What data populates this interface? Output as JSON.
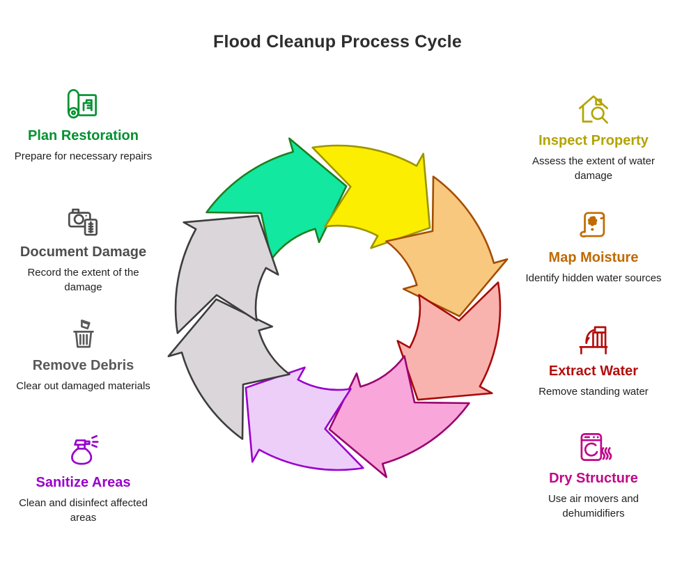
{
  "title": "Flood Cleanup Process Cycle",
  "left_steps": [
    {
      "id": "plan-restoration",
      "title": "Plan Restoration",
      "description": "Prepare for necessary repairs",
      "color": "#019130",
      "icon": "blueprint-icon"
    },
    {
      "id": "document-damage",
      "title": "Document Damage",
      "description": "Record the extent of the damage",
      "color": "#4d4d4d",
      "icon": "camera-icon"
    },
    {
      "id": "remove-debris",
      "title": "Remove Debris",
      "description": "Clear out damaged materials",
      "color": "#595959",
      "icon": "trash-icon"
    },
    {
      "id": "sanitize-areas",
      "title": "Sanitize Areas",
      "description": "Clean and disinfect affected areas",
      "color": "#9901cb",
      "icon": "spray-bottle-icon"
    }
  ],
  "right_steps": [
    {
      "id": "inspect-property",
      "title": "Inspect Property",
      "description": "Assess the extent of water damage",
      "color": "#b3a400",
      "icon": "house-magnifier-icon"
    },
    {
      "id": "map-moisture",
      "title": "Map Moisture",
      "description": "Identify hidden water sources",
      "color": "#c06a00",
      "icon": "map-icon"
    },
    {
      "id": "extract-water",
      "title": "Extract Water",
      "description": "Remove standing water",
      "color": "#b40e0e",
      "icon": "water-extractor-icon"
    },
    {
      "id": "dry-structure",
      "title": "Dry Structure",
      "description": "Use air movers and dehumidifiers",
      "color": "#c00789",
      "icon": "dryer-icon"
    }
  ],
  "cycle": {
    "arrows": [
      {
        "step": "plan-restoration",
        "tip_angle": 4,
        "fill": "#12e8a0",
        "stroke": "#1f7d1f"
      },
      {
        "step": "inspect-property",
        "tip_angle": 49,
        "fill": "#fbee00",
        "stroke": "#9c9400"
      },
      {
        "step": "map-moisture",
        "tip_angle": 94,
        "fill": "#f7c87e",
        "stroke": "#a34e00"
      },
      {
        "step": "extract-water",
        "tip_angle": 139,
        "fill": "#f9b3ae",
        "stroke": "#a80a0a"
      },
      {
        "step": "dry-structure",
        "tip_angle": 184,
        "fill": "#f9a6da",
        "stroke": "#99006f"
      },
      {
        "step": "sanitize-areas",
        "tip_angle": 229,
        "fill": "#edcef9",
        "stroke": "#9900cc"
      },
      {
        "step": "remove-debris",
        "tip_angle": 274,
        "fill": "#dad6da",
        "stroke": "#3d3d3d"
      },
      {
        "step": "document-damage",
        "tip_angle": 319,
        "fill": "#dad6da",
        "stroke": "#3d3d3d"
      }
    ]
  }
}
